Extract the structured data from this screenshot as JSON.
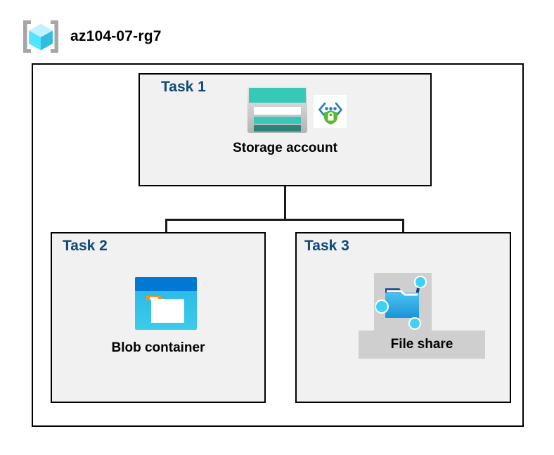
{
  "header": {
    "icon": "resource-group-icon",
    "title": "az104-07-rg7"
  },
  "diagram": {
    "type": "azure-architecture",
    "container": {
      "name": "resource-group-container",
      "label": "az104-07-rg7"
    },
    "tasks": [
      {
        "id": "task1",
        "label": "Task 1",
        "node_label": "Storage account",
        "icons": [
          "storage-account-icon",
          "secure-endpoint-icon"
        ]
      },
      {
        "id": "task2",
        "label": "Task 2",
        "node_label": "Blob container",
        "icons": [
          "blob-container-icon"
        ]
      },
      {
        "id": "task3",
        "label": "Task 3",
        "node_label": "File share",
        "icons": [
          "file-share-icon"
        ],
        "selected": true
      }
    ],
    "connections": [
      {
        "from": "task1",
        "to": "task2"
      },
      {
        "from": "task1",
        "to": "task3"
      }
    ]
  },
  "colors": {
    "task_label": "#10497c",
    "box_fill": "#f1f1f1",
    "box_border": "#000000",
    "canvas": "#ffffff",
    "selection_highlight": "#cfcfcf",
    "storage_teal": "#37c8b8",
    "storage_dark_teal": "#2a8279",
    "blob_blue": "#0078d4",
    "blob_cyan": "#32bede",
    "blob_orange": "#f7941e",
    "shield_green": "#5bb832",
    "bracket_blue": "#1f7ec2",
    "cube_cyan": "#50e6ff",
    "connector": "#1a1a1a"
  }
}
